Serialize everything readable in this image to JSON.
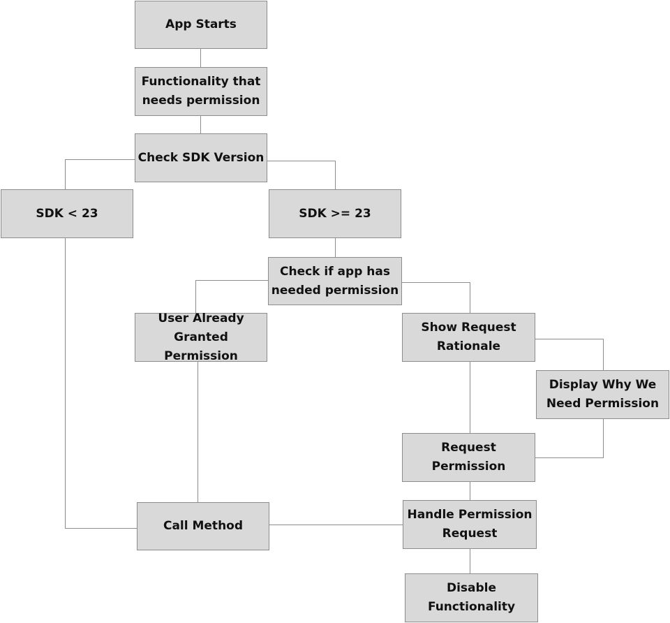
{
  "flowchart": {
    "nodes": {
      "app_starts": "App Starts",
      "functionality": "Functionality that\nneeds permission",
      "check_sdk": "Check SDK Version",
      "sdk_lt_23": "SDK < 23",
      "sdk_ge_23": "SDK >= 23",
      "check_permission": "Check if app has\nneeded permission",
      "already_granted": "User Already\nGranted Permission",
      "show_rationale": "Show Request\nRationale",
      "display_why": "Display Why We\nNeed Permission",
      "request_permission": "Request Permission",
      "call_method": "Call Method",
      "handle_request": "Handle Permission\nRequest",
      "disable_functionality": "Disable Functionality"
    },
    "colors": {
      "node_fill": "#d9d9d9",
      "node_border": "#8c8c8c",
      "connector": "#8c8c8c",
      "text": "#111111"
    }
  }
}
